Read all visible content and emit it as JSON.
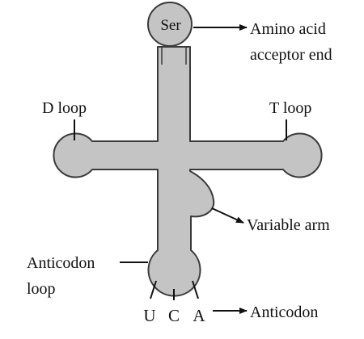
{
  "diagram": {
    "amino_acid": "Ser",
    "labels": {
      "acceptor_line1": "Amino acid",
      "acceptor_line2": "acceptor end",
      "d_loop": "D loop",
      "t_loop": "T loop",
      "variable_arm": "Variable arm",
      "anticodon_loop_line1": "Anticodon",
      "anticodon_loop_line2": "loop",
      "anticodon": "Anticodon"
    },
    "anticodon_bases": [
      "U",
      "C",
      "A"
    ],
    "colors": {
      "fill": "#c4c4c4",
      "outline": "#3a3a3a",
      "line": "#111111",
      "text": "#111111"
    }
  }
}
